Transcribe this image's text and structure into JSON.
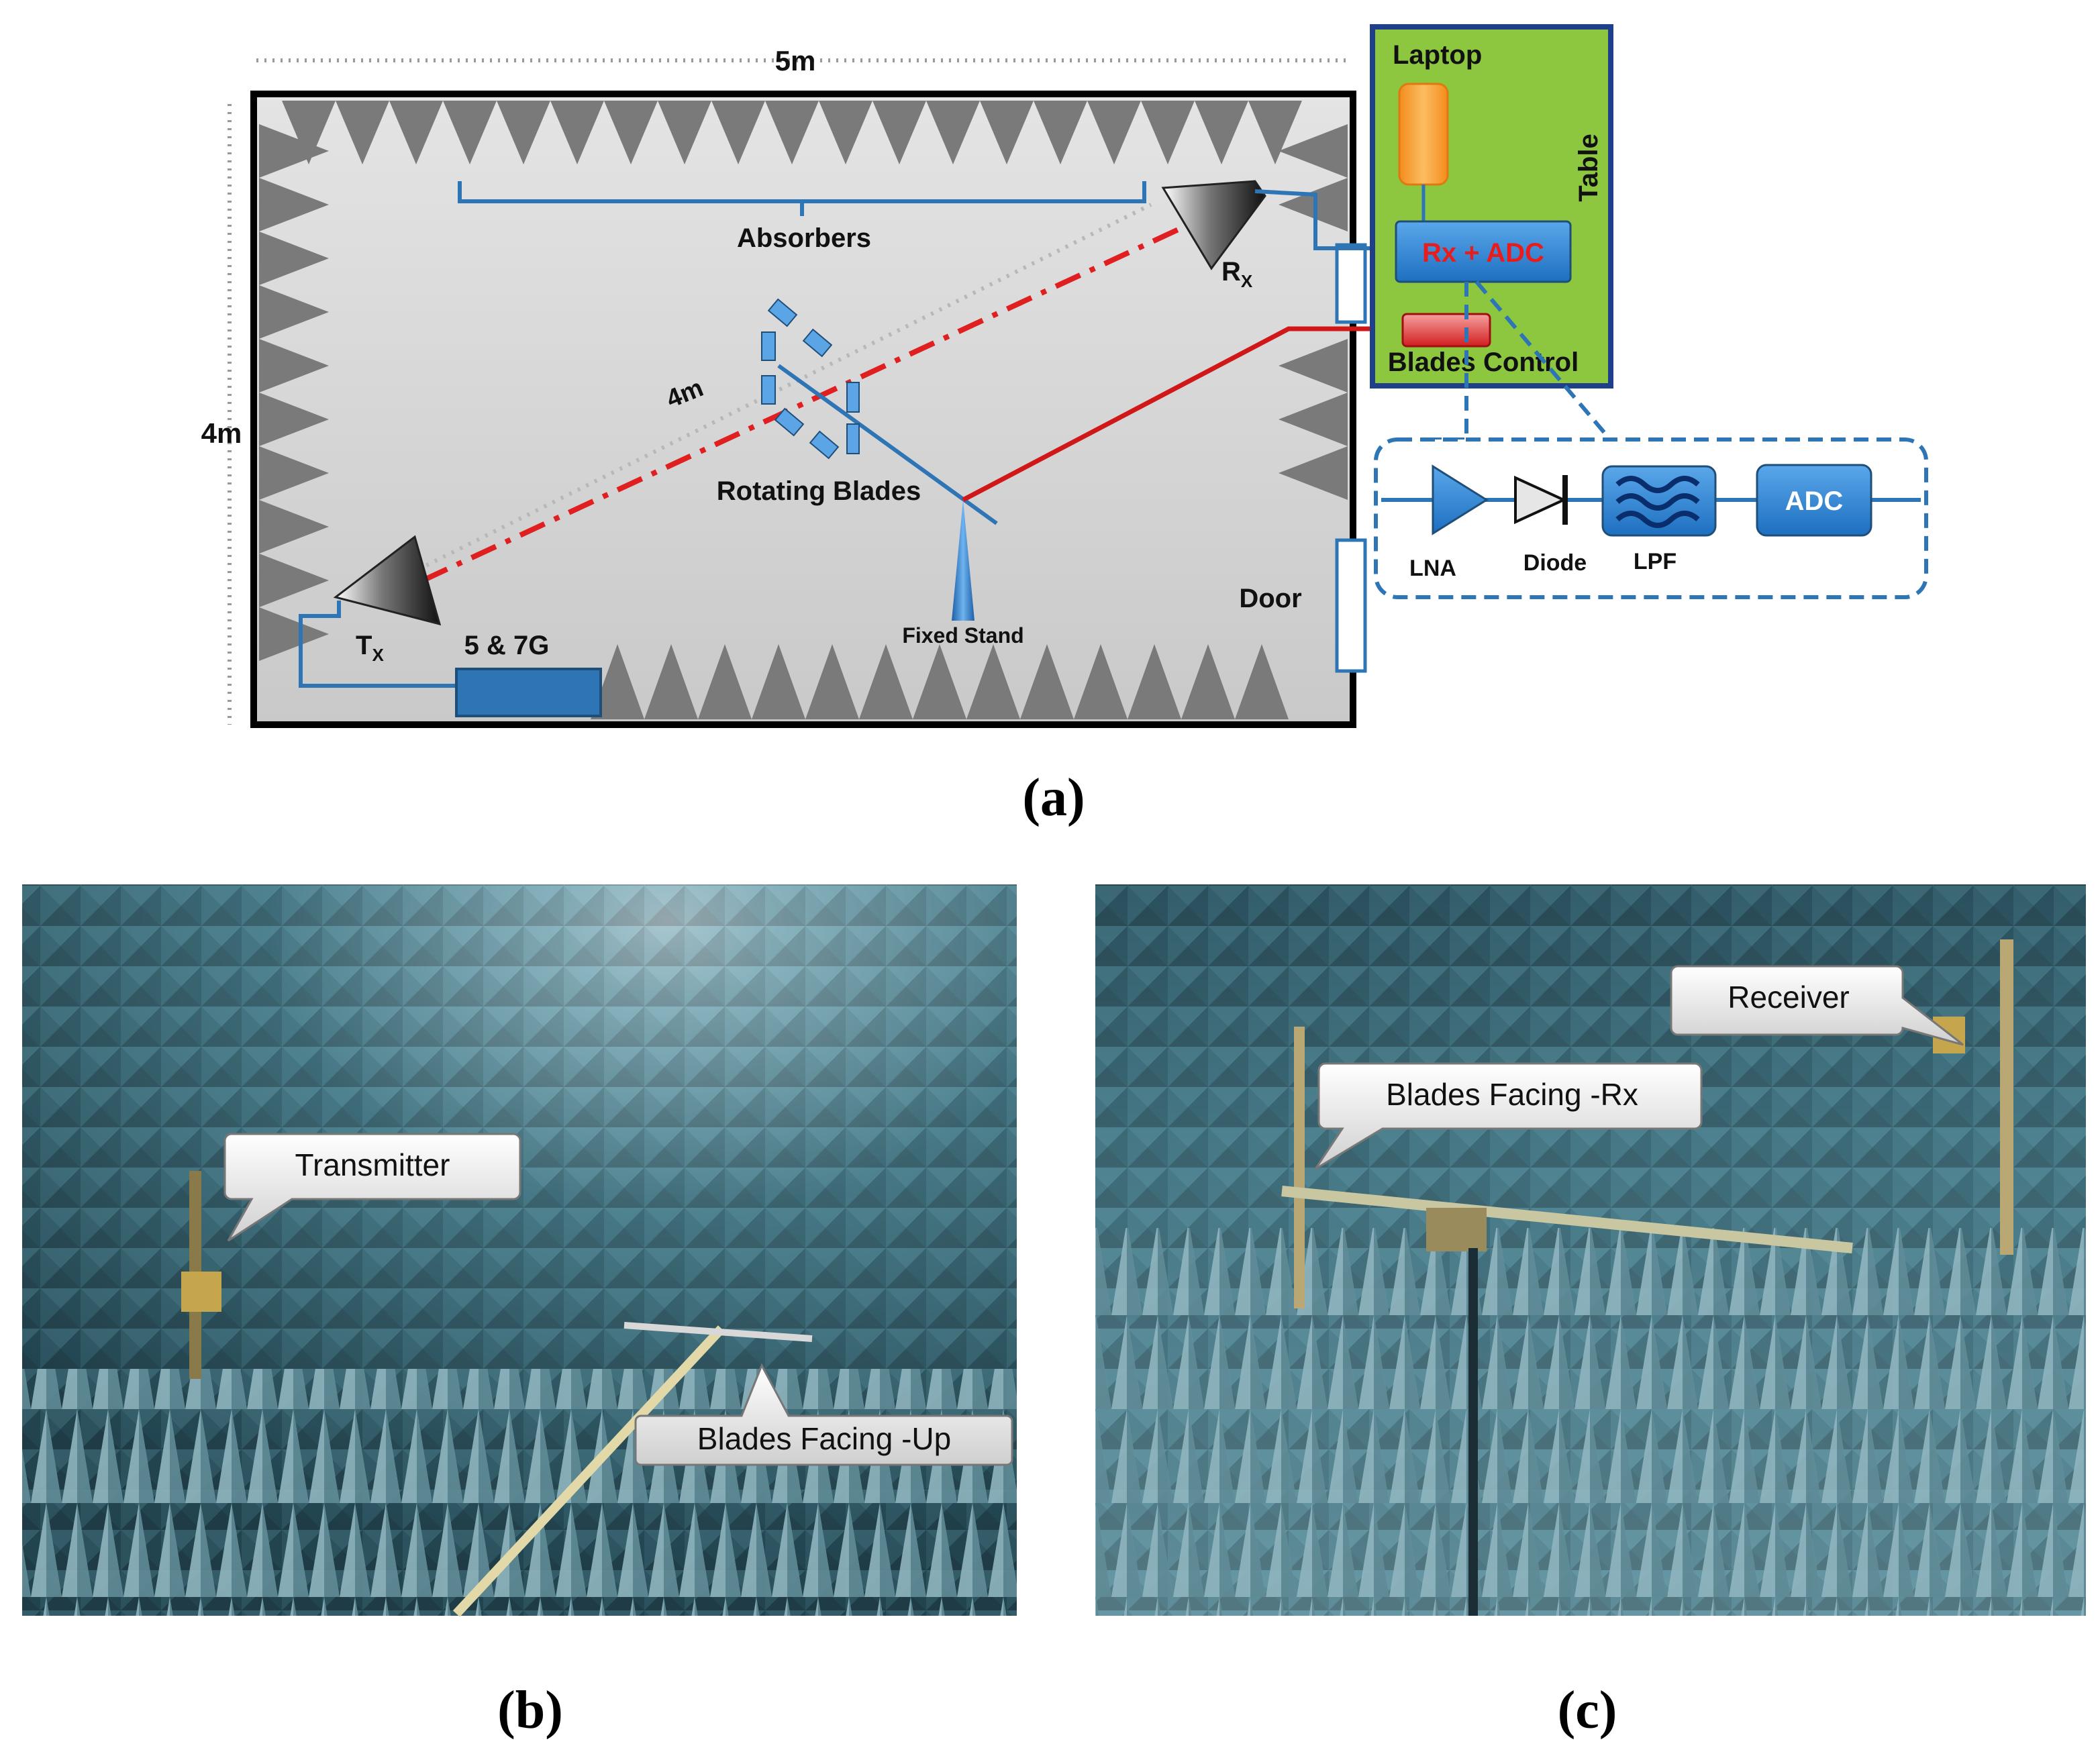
{
  "diagram": {
    "dim_width": "5m",
    "dim_height": "4m",
    "diag_distance": "4m",
    "absorbers": "Absorbers",
    "rx": "R",
    "rx_sub": "X",
    "tx": "T",
    "tx_sub": "X",
    "rotating_blades": "Rotating Blades",
    "fixed_stand": "Fixed Stand",
    "source": "5 & 7G",
    "door": "Door",
    "laptop": "Laptop",
    "table": "Table",
    "rx_adc": "Rx + ADC",
    "blades_control": "Blades Control",
    "chain": {
      "lna": "LNA",
      "diode": "Diode",
      "lpf": "LPF",
      "adc": "ADC"
    },
    "colors": {
      "absorber": "#7a7a7a",
      "room_bg": "#d6d6d6",
      "table_green": "#8dc63f",
      "table_border": "#1f3f8a",
      "cable_blue": "#2e75b6",
      "signal_red": "#e02020",
      "laptop_orange": "#f7a23b"
    }
  },
  "photo_b": {
    "callout_1": "Transmitter",
    "callout_2": "Blades Facing -Up"
  },
  "photo_c": {
    "callout_1": "Receiver",
    "callout_2": "Blades Facing -Rx"
  },
  "captions": {
    "a": "(a)",
    "b": "(b)",
    "c": "(c)"
  }
}
